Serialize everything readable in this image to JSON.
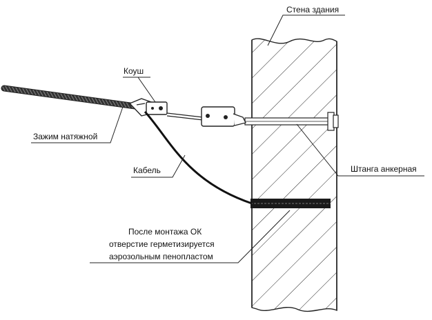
{
  "labels": {
    "wall": "Стена здания",
    "thimble": "Коуш",
    "tension_clamp": "Зажим натяжной",
    "cable": "Кабель",
    "anchor_rod": "Штанга анкерная",
    "note_line1": "После монтажа ОК",
    "note_line2": "отверстие герметизируется",
    "note_line3": "аэрозольным пенопластом"
  },
  "colors": {
    "line": "#111111",
    "background": "#ffffff"
  }
}
